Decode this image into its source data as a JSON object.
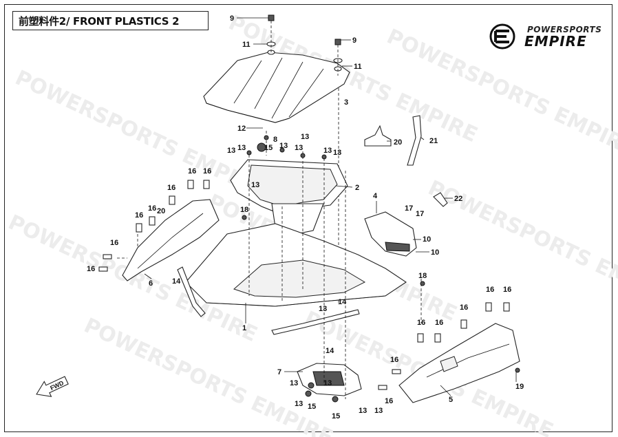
{
  "title": "前塑料件2/ FRONT PLASTICS 2",
  "logo": {
    "top_text": "POWERSPORTS",
    "main_text": "EMPIRE"
  },
  "watermark_text": "POWERSPORTS EMPIRE",
  "fwd_label": "FWD",
  "callouts": {
    "c1": "1",
    "c2": "2",
    "c3": "3",
    "c4": "4",
    "c5": "5",
    "c6": "6",
    "c7": "7",
    "c8": "8",
    "c9a": "9",
    "c9b": "9",
    "c10a": "10",
    "c10b": "10",
    "c11a": "11",
    "c11b": "11",
    "c12": "12",
    "c13a": "13",
    "c13b": "13",
    "c13c": "13",
    "c13d": "13",
    "c13e": "13",
    "c13f": "13",
    "c13g": "13",
    "c13h": "13",
    "c13i": "13",
    "c13j": "13",
    "c13k": "13",
    "c13l": "13",
    "c13m": "13",
    "c13n": "13",
    "c14a": "14",
    "c14b": "14",
    "c14c": "14",
    "c15a": "15",
    "c15b": "15",
    "c15c": "15",
    "c16a": "16",
    "c16b": "16",
    "c16c": "16",
    "c16d": "16",
    "c16e": "16",
    "c16f": "16",
    "c16g": "16",
    "c16h": "16",
    "c16i": "16",
    "c16j": "16",
    "c16k": "16",
    "c16l": "16",
    "c16m": "16",
    "c16n": "16",
    "c17a": "17",
    "c17b": "17",
    "c18a": "18",
    "c18b": "18",
    "c19": "19",
    "c20a": "20",
    "c20b": "20",
    "c21": "21",
    "c22": "22"
  }
}
